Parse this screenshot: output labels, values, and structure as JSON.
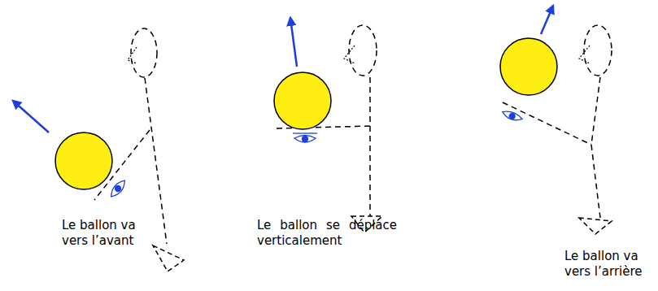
{
  "diagram": {
    "labels": [
      "Le ballon va vers l’avant",
      "Le ballon se déplace verticalement",
      "Le ballon va vers l’arrière"
    ]
  }
}
